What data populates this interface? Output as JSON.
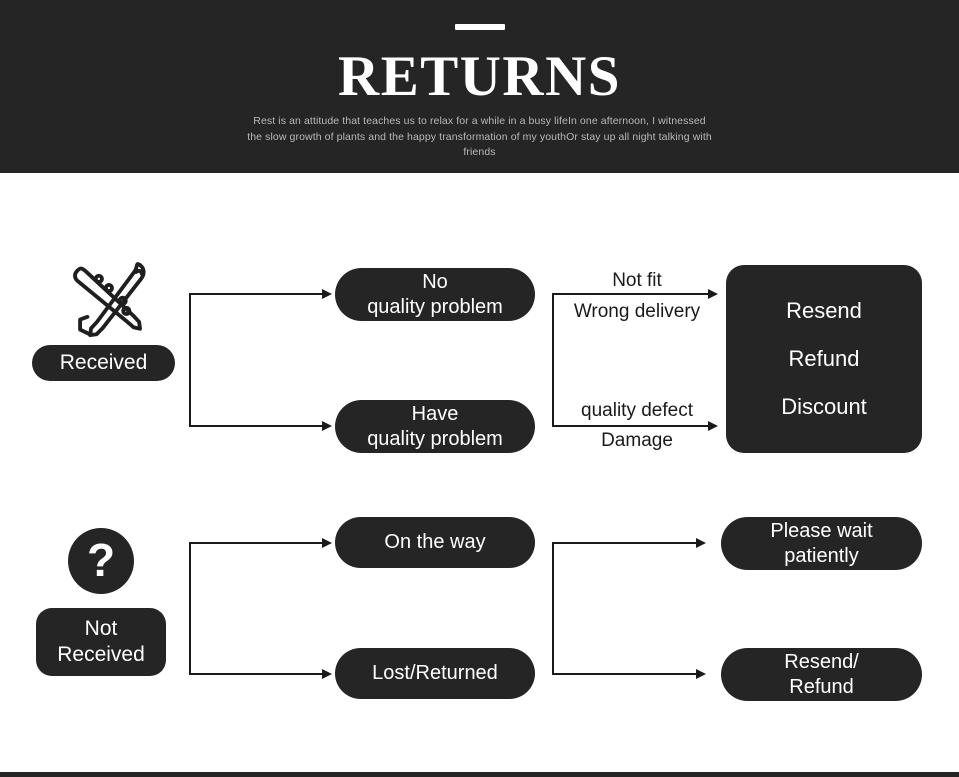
{
  "header": {
    "title": "RETURNS",
    "subtitle": "Rest is an attitude that teaches us to relax for a while in a busy lifeIn one afternoon, I witnessed the slow growth of plants and the happy transformation of my youthOr stay up all night talking with friends",
    "accent_bg": "#252525",
    "text_color": "#ffffff",
    "subtitle_color": "#b9b9b9"
  },
  "flow": {
    "row_received": {
      "source": {
        "icon": "airplane-icon",
        "label": "Received"
      },
      "stage1": [
        {
          "label": "No\nquality problem"
        },
        {
          "label": "Have\nquality problem"
        }
      ],
      "edge_labels": {
        "top_above": "Not fit",
        "top_below": "Wrong delivery",
        "bottom_above": "quality defect",
        "bottom_below": "Damage"
      },
      "outcome": {
        "lines": [
          "Resend",
          "Refund",
          "Discount"
        ]
      }
    },
    "row_not_received": {
      "source": {
        "icon": "question-mark-icon",
        "icon_glyph": "?",
        "label": "Not\nReceived"
      },
      "stage1": [
        {
          "label": "On the way"
        },
        {
          "label": "Lost/Returned"
        }
      ],
      "outcomes": [
        {
          "label": "Please wait\npatiently"
        },
        {
          "label": "Resend/\nRefund"
        }
      ]
    }
  },
  "colors": {
    "node_bg": "#252525",
    "node_text": "#ffffff",
    "line": "#1a1a1a",
    "page_bg": "#ffffff"
  }
}
